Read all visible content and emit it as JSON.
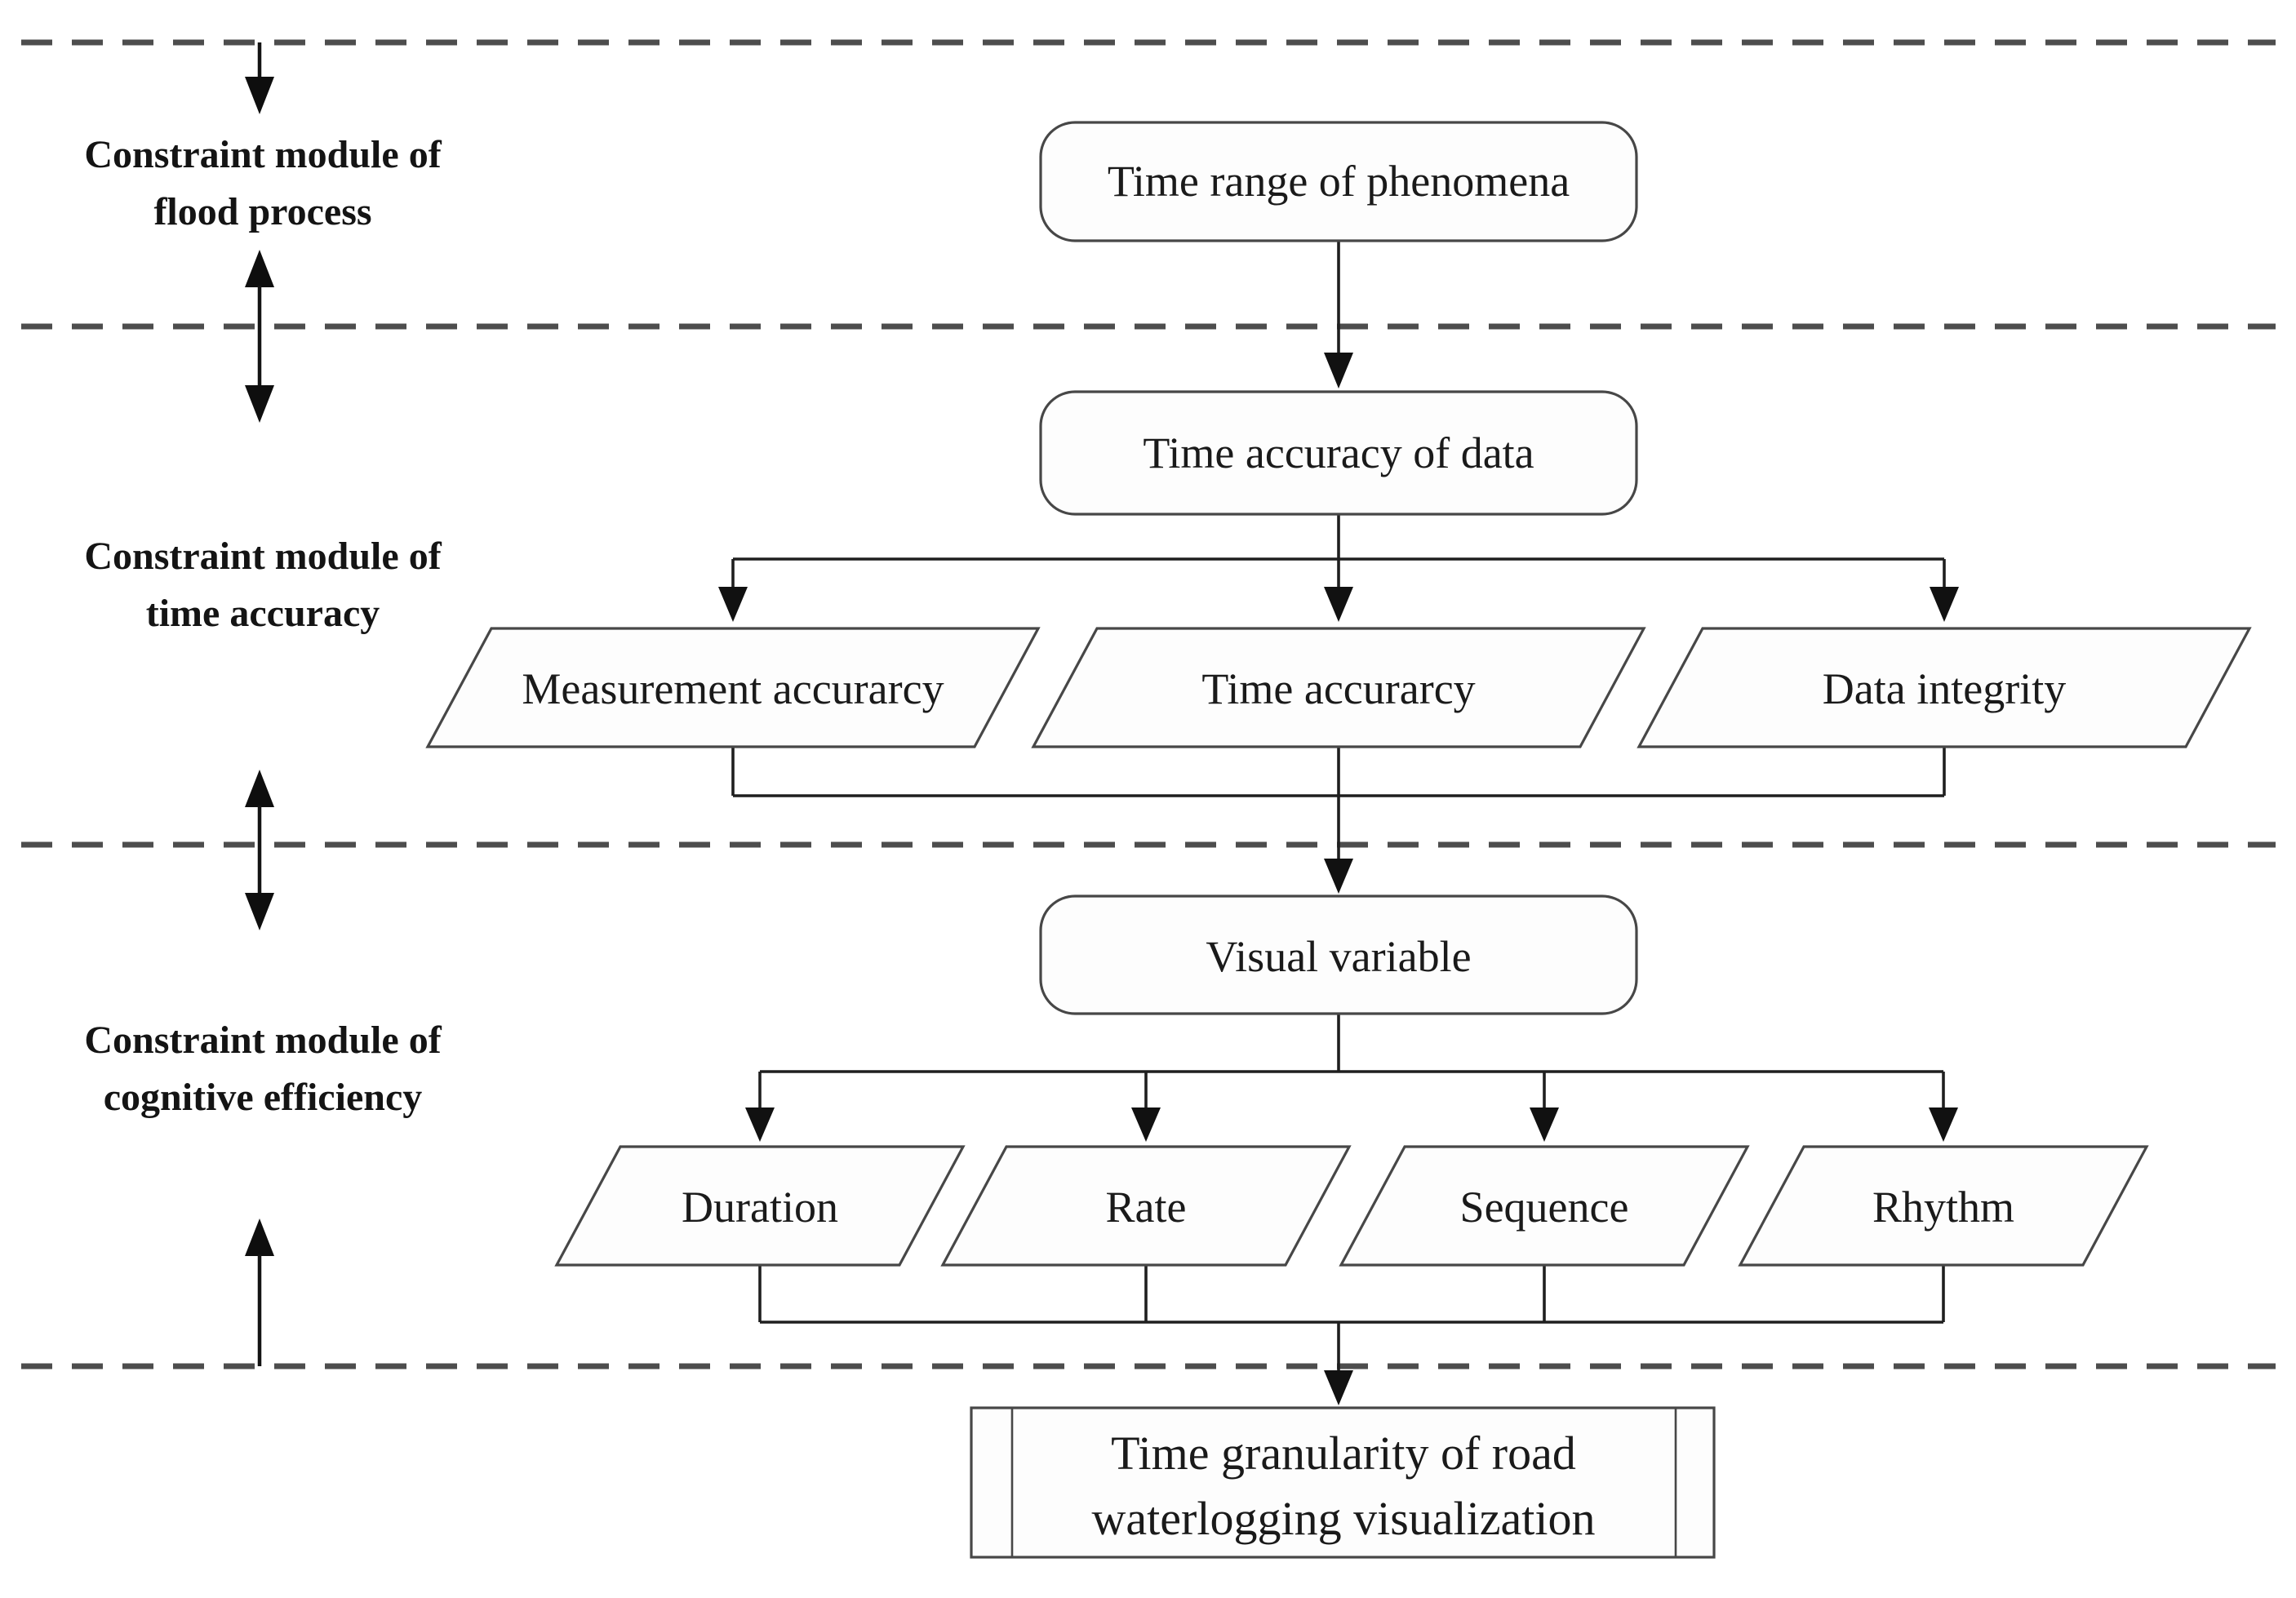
{
  "figure": {
    "type": "flowchart",
    "background": "#ffffff",
    "colors": {
      "connector": "#1f1f1f",
      "shape_stroke": "#474747",
      "dashed_divider": "#4d4d4d",
      "text": "#1a1a1a"
    },
    "modules": [
      {
        "line1": "Constraint module of",
        "line2": "flood process"
      },
      {
        "line1": "Constraint module of",
        "line2": "time accuracy"
      },
      {
        "line1": "Constraint module of",
        "line2": "cognitive efficiency"
      }
    ],
    "nodes": {
      "phenomena": "Time range of phenomena",
      "data_accuracy": "Time accuracy of data",
      "measurement_accuracy": "Measurement accurarcy",
      "time_accuracy": "Time accurarcy",
      "data_integrity": "Data integrity",
      "visual_variable": "Visual variable",
      "duration": "Duration",
      "rate": "Rate",
      "sequence": "Sequence",
      "rhythm": "Rhythm"
    },
    "output": {
      "line1": "Time granularity of road",
      "line2": "waterlogging visualization"
    }
  }
}
